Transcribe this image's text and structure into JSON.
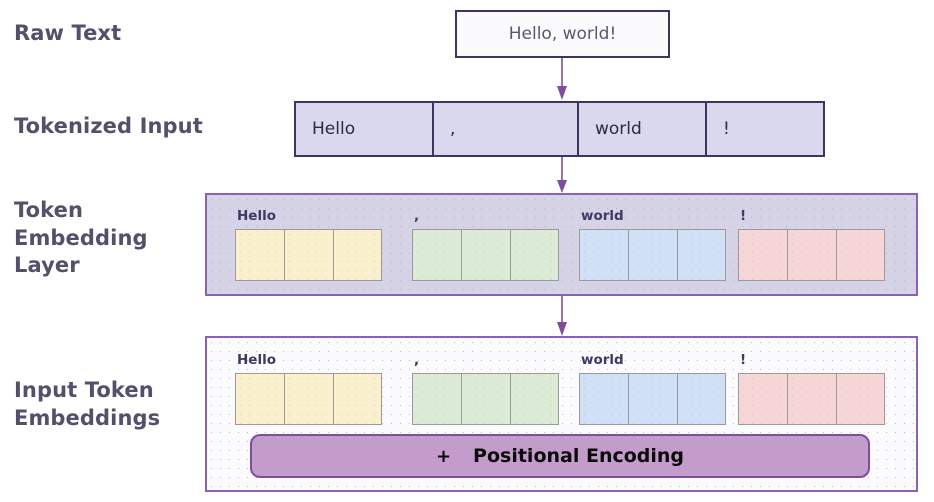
{
  "labels": {
    "raw_text": "Raw Text",
    "tokenized_input": "Tokenized Input",
    "token_embedding_layer": "Token Embedding\nLayer",
    "token_embedding_layer_lines": [
      "Token",
      "Embedding",
      "Layer"
    ],
    "input_token_embeddings_lines": [
      "Input Token",
      "Embeddings"
    ]
  },
  "raw_text": {
    "value": "Hello, world!"
  },
  "tokenized": {
    "tokens": [
      "Hello",
      ",",
      "world",
      "!"
    ]
  },
  "token_embedding": {
    "groups": [
      {
        "label": "Hello",
        "color": "#fbf0cd",
        "cells": 3
      },
      {
        "label": ",",
        "color": "#dcebd5",
        "cells": 3
      },
      {
        "label": "world",
        "color": "#cfe0f7",
        "cells": 3
      },
      {
        "label": "!",
        "color": "#f6d6d6",
        "cells": 3
      }
    ]
  },
  "input_embedding": {
    "groups": [
      {
        "label": "Hello",
        "color": "#fbf0cd",
        "cells": 3
      },
      {
        "label": ",",
        "color": "#dcebd5",
        "cells": 3
      },
      {
        "label": "world",
        "color": "#cfe0f7",
        "cells": 3
      },
      {
        "label": "!",
        "color": "#f6d6d6",
        "cells": 3
      }
    ],
    "positional_encoding": {
      "plus": "+",
      "text": "Positional Encoding"
    }
  },
  "colors": {
    "label_text": "#53506b",
    "arrow": "#7b4f9e",
    "panel_border": "#8a62b5",
    "tokenized_border": "#3c3564",
    "tokenized_fill": "#d9d8ec",
    "token_embed_fill": "#d7d3e6",
    "input_embed_fill": "#fbfafc",
    "positional_fill": "#c49ccb",
    "positional_border": "#7b4f9e"
  },
  "icons": {
    "arrow_down": "arrow-down-icon"
  }
}
